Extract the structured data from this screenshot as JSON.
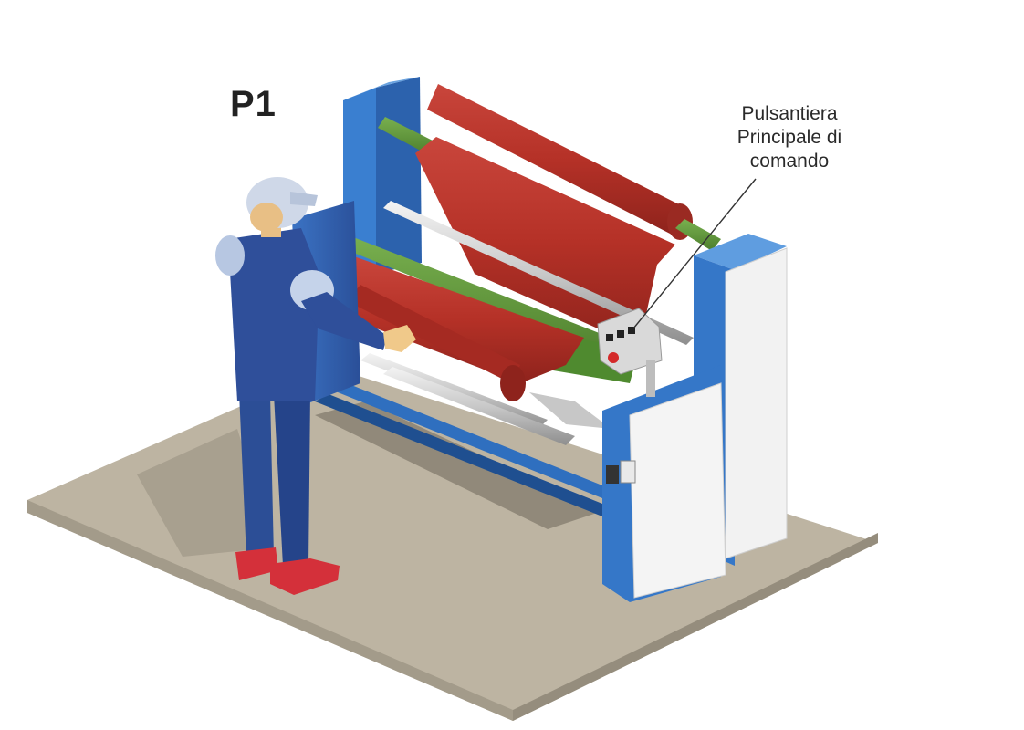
{
  "title": "P1",
  "callout": {
    "lines": [
      "Pulsantiera",
      "Principale di",
      "comando"
    ]
  },
  "colors": {
    "floor": "#bdb4a2",
    "frame_blue": "#2f7fc7",
    "roll_red": "#b8322a",
    "roll_green": "#5f9a3a",
    "panel_white": "#f2f2f2",
    "worker_suit": "#2f4f9a",
    "worker_helmet": "#cfd8e8",
    "shoes": "#d4303a"
  }
}
